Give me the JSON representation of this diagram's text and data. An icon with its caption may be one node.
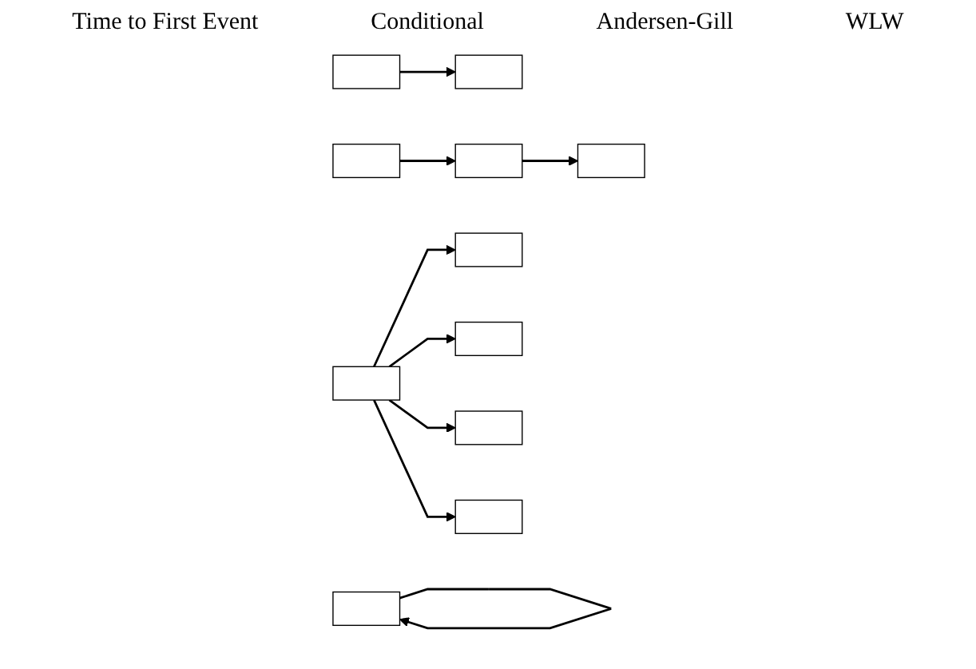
{
  "diagram": {
    "nodes": [
      {
        "text": [],
        "shape": "box"
      },
      {
        "text": [],
        "shape": "box"
      },
      {
        "text": [],
        "shape": "box"
      },
      {
        "text": [],
        "shape": "box"
      },
      {
        "text": [],
        "shape": "box"
      },
      {
        "text": [],
        "shape": "box"
      },
      {
        "text": [],
        "shape": "box"
      },
      {
        "text": [],
        "shape": "box"
      },
      {
        "text": [],
        "shape": "box"
      },
      {
        "text": [],
        "shape": "box"
      },
      {
        "text": [],
        "shape": "box"
      }
    ],
    "edges": [
      {
        "from": 0,
        "to": 1,
        "arrow": "to"
      },
      {
        "from": 2,
        "to": 3,
        "arrow": "to"
      },
      {
        "from": 3,
        "to": 4,
        "arrow": "to"
      },
      {
        "from": 5,
        "to": 5,
        "arrow": "to"
      },
      {
        "from": 6,
        "to": 7,
        "arrow": "to"
      },
      {
        "from": 6,
        "to": 8,
        "arrow": "to"
      },
      {
        "from": 6,
        "to": 9,
        "arrow": "to"
      },
      {
        "from": 6,
        "to": 10,
        "arrow": "to"
      }
    ],
    "labels": [
      "Time to First Event",
      "Conditional",
      "Andersen-Gill",
      "WLW"
    ]
  }
}
